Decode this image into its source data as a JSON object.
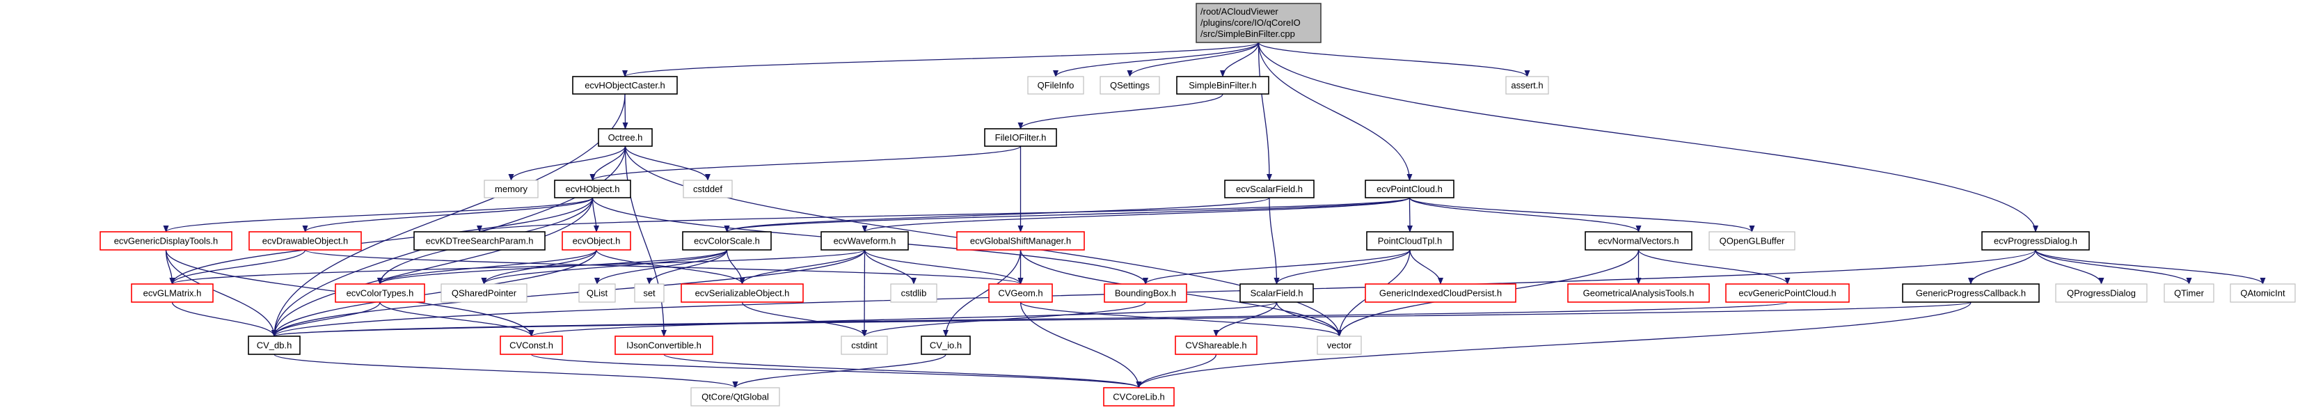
{
  "graph": {
    "edge_color": "#191970",
    "style_colors": {
      "root": {
        "fill": "#bfbfbf",
        "stroke": "#404040"
      },
      "documented": {
        "fill": "#ffffff",
        "stroke": "#000000"
      },
      "undocumented": {
        "fill": "#ffffff",
        "stroke": "#ff0000"
      },
      "external": {
        "fill": "#ffffff",
        "stroke": "#bfbfbf"
      }
    },
    "nodes": [
      {
        "id": "root",
        "label": "/root/ACloudViewer\n/plugins/core/IO/qCoreIO\n/src/SimpleBinFilter.cpp",
        "style": "root"
      },
      {
        "id": "caster",
        "label": "ecvHObjectCaster.h",
        "style": "documented"
      },
      {
        "id": "qfileinfo",
        "label": "QFileInfo",
        "style": "external"
      },
      {
        "id": "qsettings",
        "label": "QSettings",
        "style": "external"
      },
      {
        "id": "sbf",
        "label": "SimpleBinFilter.h",
        "style": "documented"
      },
      {
        "id": "assert",
        "label": "assert.h",
        "style": "external"
      },
      {
        "id": "octree",
        "label": "Octree.h",
        "style": "documented"
      },
      {
        "id": "fileio",
        "label": "FileIOFilter.h",
        "style": "documented"
      },
      {
        "id": "memory",
        "label": "memory",
        "style": "external"
      },
      {
        "id": "hobject",
        "label": "ecvHObject.h",
        "style": "documented"
      },
      {
        "id": "cstddef",
        "label": "cstddef",
        "style": "external"
      },
      {
        "id": "scalarfield_ecv",
        "label": "ecvScalarField.h",
        "style": "documented"
      },
      {
        "id": "pointcloud",
        "label": "ecvPointCloud.h",
        "style": "documented"
      },
      {
        "id": "normals",
        "label": "ecvNormalVectors.h",
        "style": "documented"
      },
      {
        "id": "qopenglbuffer",
        "label": "QOpenGLBuffer",
        "style": "external"
      },
      {
        "id": "progress",
        "label": "ecvProgressDialog.h",
        "style": "documented"
      },
      {
        "id": "gdt",
        "label": "ecvGenericDisplayTools.h",
        "style": "undocumented"
      },
      {
        "id": "drawable",
        "label": "ecvDrawableObject.h",
        "style": "undocumented"
      },
      {
        "id": "kdtree",
        "label": "ecvKDTreeSearchParam.h",
        "style": "documented"
      },
      {
        "id": "object",
        "label": "ecvObject.h",
        "style": "undocumented"
      },
      {
        "id": "colorscale",
        "label": "ecvColorScale.h",
        "style": "documented"
      },
      {
        "id": "waveform",
        "label": "ecvWaveform.h",
        "style": "documented"
      },
      {
        "id": "gsm",
        "label": "ecvGlobalShiftManager.h",
        "style": "undocumented"
      },
      {
        "id": "pctpl",
        "label": "PointCloudTpl.h",
        "style": "documented"
      },
      {
        "id": "glmatrix",
        "label": "ecvGLMatrix.h",
        "style": "undocumented"
      },
      {
        "id": "colortypes",
        "label": "ecvColorTypes.h",
        "style": "undocumented"
      },
      {
        "id": "qsharedpointer",
        "label": "QSharedPointer",
        "style": "external"
      },
      {
        "id": "qlist",
        "label": "QList",
        "style": "external"
      },
      {
        "id": "set",
        "label": "set",
        "style": "external"
      },
      {
        "id": "serializable",
        "label": "ecvSerializableObject.h",
        "style": "undocumented"
      },
      {
        "id": "cstdlib",
        "label": "cstdlib",
        "style": "external"
      },
      {
        "id": "cvgeom",
        "label": "CVGeom.h",
        "style": "undocumented"
      },
      {
        "id": "bbox",
        "label": "BoundingBox.h",
        "style": "undocumented"
      },
      {
        "id": "scalarfield",
        "label": "ScalarField.h",
        "style": "documented"
      },
      {
        "id": "gicp",
        "label": "GenericIndexedCloudPersist.h",
        "style": "undocumented"
      },
      {
        "id": "gat",
        "label": "GeometricalAnalysisTools.h",
        "style": "undocumented"
      },
      {
        "id": "gpc",
        "label": "ecvGenericPointCloud.h",
        "style": "undocumented"
      },
      {
        "id": "gpcb",
        "label": "GenericProgressCallback.h",
        "style": "documented"
      },
      {
        "id": "qprogressdialog",
        "label": "QProgressDialog",
        "style": "external"
      },
      {
        "id": "qtimer",
        "label": "QTimer",
        "style": "external"
      },
      {
        "id": "qatomicint",
        "label": "QAtomicInt",
        "style": "external"
      },
      {
        "id": "cvdb",
        "label": "CV_db.h",
        "style": "documented"
      },
      {
        "id": "cvconst",
        "label": "CVConst.h",
        "style": "undocumented"
      },
      {
        "id": "ijson",
        "label": "IJsonConvertible.h",
        "style": "undocumented"
      },
      {
        "id": "cstdint",
        "label": "cstdint",
        "style": "external"
      },
      {
        "id": "cvio",
        "label": "CV_io.h",
        "style": "documented"
      },
      {
        "id": "cvshareable",
        "label": "CVShareable.h",
        "style": "undocumented"
      },
      {
        "id": "vector",
        "label": "vector",
        "style": "external"
      },
      {
        "id": "qtglobal",
        "label": "QtCore/QtGlobal",
        "style": "external"
      },
      {
        "id": "cvcorelib",
        "label": "CVCoreLib.h",
        "style": "undocumented"
      }
    ],
    "edges": [
      [
        "root",
        "caster"
      ],
      [
        "root",
        "qfileinfo"
      ],
      [
        "root",
        "qsettings"
      ],
      [
        "root",
        "sbf"
      ],
      [
        "root",
        "scalarfield_ecv"
      ],
      [
        "root",
        "pointcloud"
      ],
      [
        "root",
        "progress"
      ],
      [
        "root",
        "assert"
      ],
      [
        "caster",
        "octree"
      ],
      [
        "caster",
        "cvdb"
      ],
      [
        "sbf",
        "fileio"
      ],
      [
        "octree",
        "memory"
      ],
      [
        "octree",
        "hobject"
      ],
      [
        "octree",
        "cstddef"
      ],
      [
        "octree",
        "vector"
      ],
      [
        "octree",
        "cvdb"
      ],
      [
        "octree",
        "ijson"
      ],
      [
        "fileio",
        "hobject"
      ],
      [
        "fileio",
        "gsm"
      ],
      [
        "hobject",
        "object"
      ],
      [
        "hobject",
        "drawable"
      ],
      [
        "hobject",
        "gdt"
      ],
      [
        "hobject",
        "glmatrix"
      ],
      [
        "hobject",
        "cvdb"
      ],
      [
        "hobject",
        "bbox"
      ],
      [
        "hobject",
        "colortypes"
      ],
      [
        "gdt",
        "glmatrix"
      ],
      [
        "gdt",
        "cvdb"
      ],
      [
        "gdt",
        "cvconst"
      ],
      [
        "drawable",
        "glmatrix"
      ],
      [
        "drawable",
        "cvgeom"
      ],
      [
        "object",
        "cvdb"
      ],
      [
        "object",
        "colortypes"
      ],
      [
        "object",
        "qsharedpointer"
      ],
      [
        "object",
        "serializable"
      ],
      [
        "colorscale",
        "colortypes"
      ],
      [
        "colorscale",
        "qsharedpointer"
      ],
      [
        "colorscale",
        "qlist"
      ],
      [
        "colorscale",
        "set"
      ],
      [
        "colorscale",
        "serializable"
      ],
      [
        "waveform",
        "serializable"
      ],
      [
        "waveform",
        "cstdlib"
      ],
      [
        "waveform",
        "cvgeom"
      ],
      [
        "waveform",
        "cstdint"
      ],
      [
        "waveform",
        "cvdb"
      ],
      [
        "waveform",
        "glmatrix"
      ],
      [
        "gsm",
        "cvgeom"
      ],
      [
        "gsm",
        "cvio"
      ],
      [
        "gsm",
        "vector"
      ],
      [
        "scalarfield_ecv",
        "scalarfield"
      ],
      [
        "scalarfield_ecv",
        "colorscale"
      ],
      [
        "pointcloud",
        "pctpl"
      ],
      [
        "pointcloud",
        "normals"
      ],
      [
        "pointcloud",
        "qopenglbuffer"
      ],
      [
        "pointcloud",
        "colorscale"
      ],
      [
        "pointcloud",
        "waveform"
      ],
      [
        "pointcloud",
        "kdtree"
      ],
      [
        "pctpl",
        "bbox"
      ],
      [
        "pctpl",
        "scalarfield"
      ],
      [
        "pctpl",
        "gicp"
      ],
      [
        "pctpl",
        "vector"
      ],
      [
        "scalarfield",
        "cvshareable"
      ],
      [
        "scalarfield",
        "vector"
      ],
      [
        "scalarfield",
        "cvconst"
      ],
      [
        "normals",
        "gat"
      ],
      [
        "normals",
        "gpc"
      ],
      [
        "normals",
        "vector"
      ],
      [
        "progress",
        "gpcb"
      ],
      [
        "progress",
        "qprogressdialog"
      ],
      [
        "progress",
        "qtimer"
      ],
      [
        "progress",
        "qatomicint"
      ],
      [
        "progress",
        "cvdb"
      ],
      [
        "gpcb",
        "cvcorelib"
      ],
      [
        "gpcb",
        "cvdb"
      ],
      [
        "gpc",
        "cvdb"
      ],
      [
        "serializable",
        "cstdint"
      ],
      [
        "bbox",
        "cstdint"
      ],
      [
        "colortypes",
        "cvdb"
      ],
      [
        "colortypes",
        "cvconst"
      ],
      [
        "glmatrix",
        "cvdb"
      ],
      [
        "cvgeom",
        "cvcorelib"
      ],
      [
        "cvgeom",
        "vector"
      ],
      [
        "cvshareable",
        "cvcorelib"
      ],
      [
        "cvconst",
        "cvcorelib"
      ],
      [
        "ijson",
        "cvcorelib"
      ],
      [
        "cvdb",
        "qtglobal"
      ],
      [
        "cvio",
        "qtglobal"
      ]
    ]
  }
}
